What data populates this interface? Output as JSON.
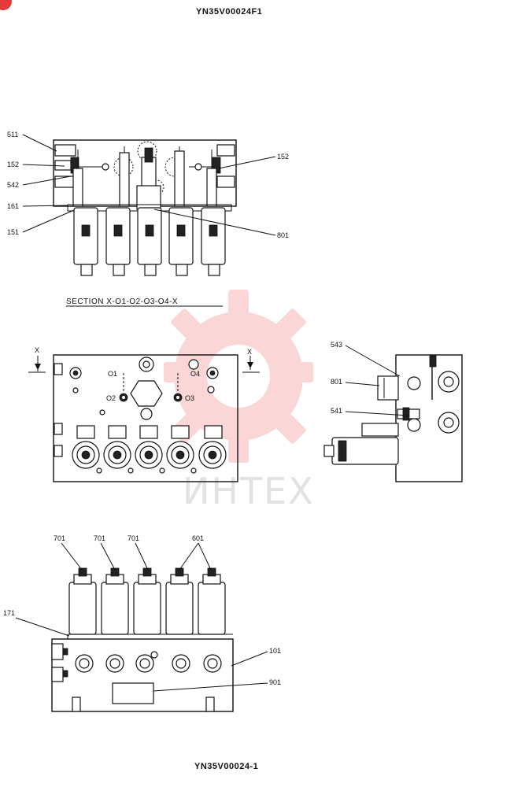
{
  "header": {
    "drawing_no": "YN35V00024F1"
  },
  "footer": {
    "drawing_no": "YN35V00024-1"
  },
  "watermark": {
    "text": "ИНТЕХ",
    "color": "#f04a4a"
  },
  "top_view": {
    "labels": {
      "l511": "511",
      "l152a": "152",
      "l542": "542",
      "l161": "161",
      "l151": "151",
      "l152b": "152",
      "l801": "801"
    }
  },
  "section": {
    "title": "SECTION  X-O1-O2-O3-O4-X",
    "x_left": "X",
    "x_right": "X",
    "ports": {
      "o1": "O1",
      "o2": "O2",
      "o3": "O3",
      "o4": "O4"
    }
  },
  "side_view": {
    "labels": {
      "l543": "543",
      "l801": "801",
      "l541": "541"
    }
  },
  "bottom_view": {
    "labels": {
      "l701a": "701",
      "l701b": "701",
      "l701c": "701",
      "l601": "601",
      "l171": "171",
      "l101": "101",
      "l901": "901"
    }
  }
}
